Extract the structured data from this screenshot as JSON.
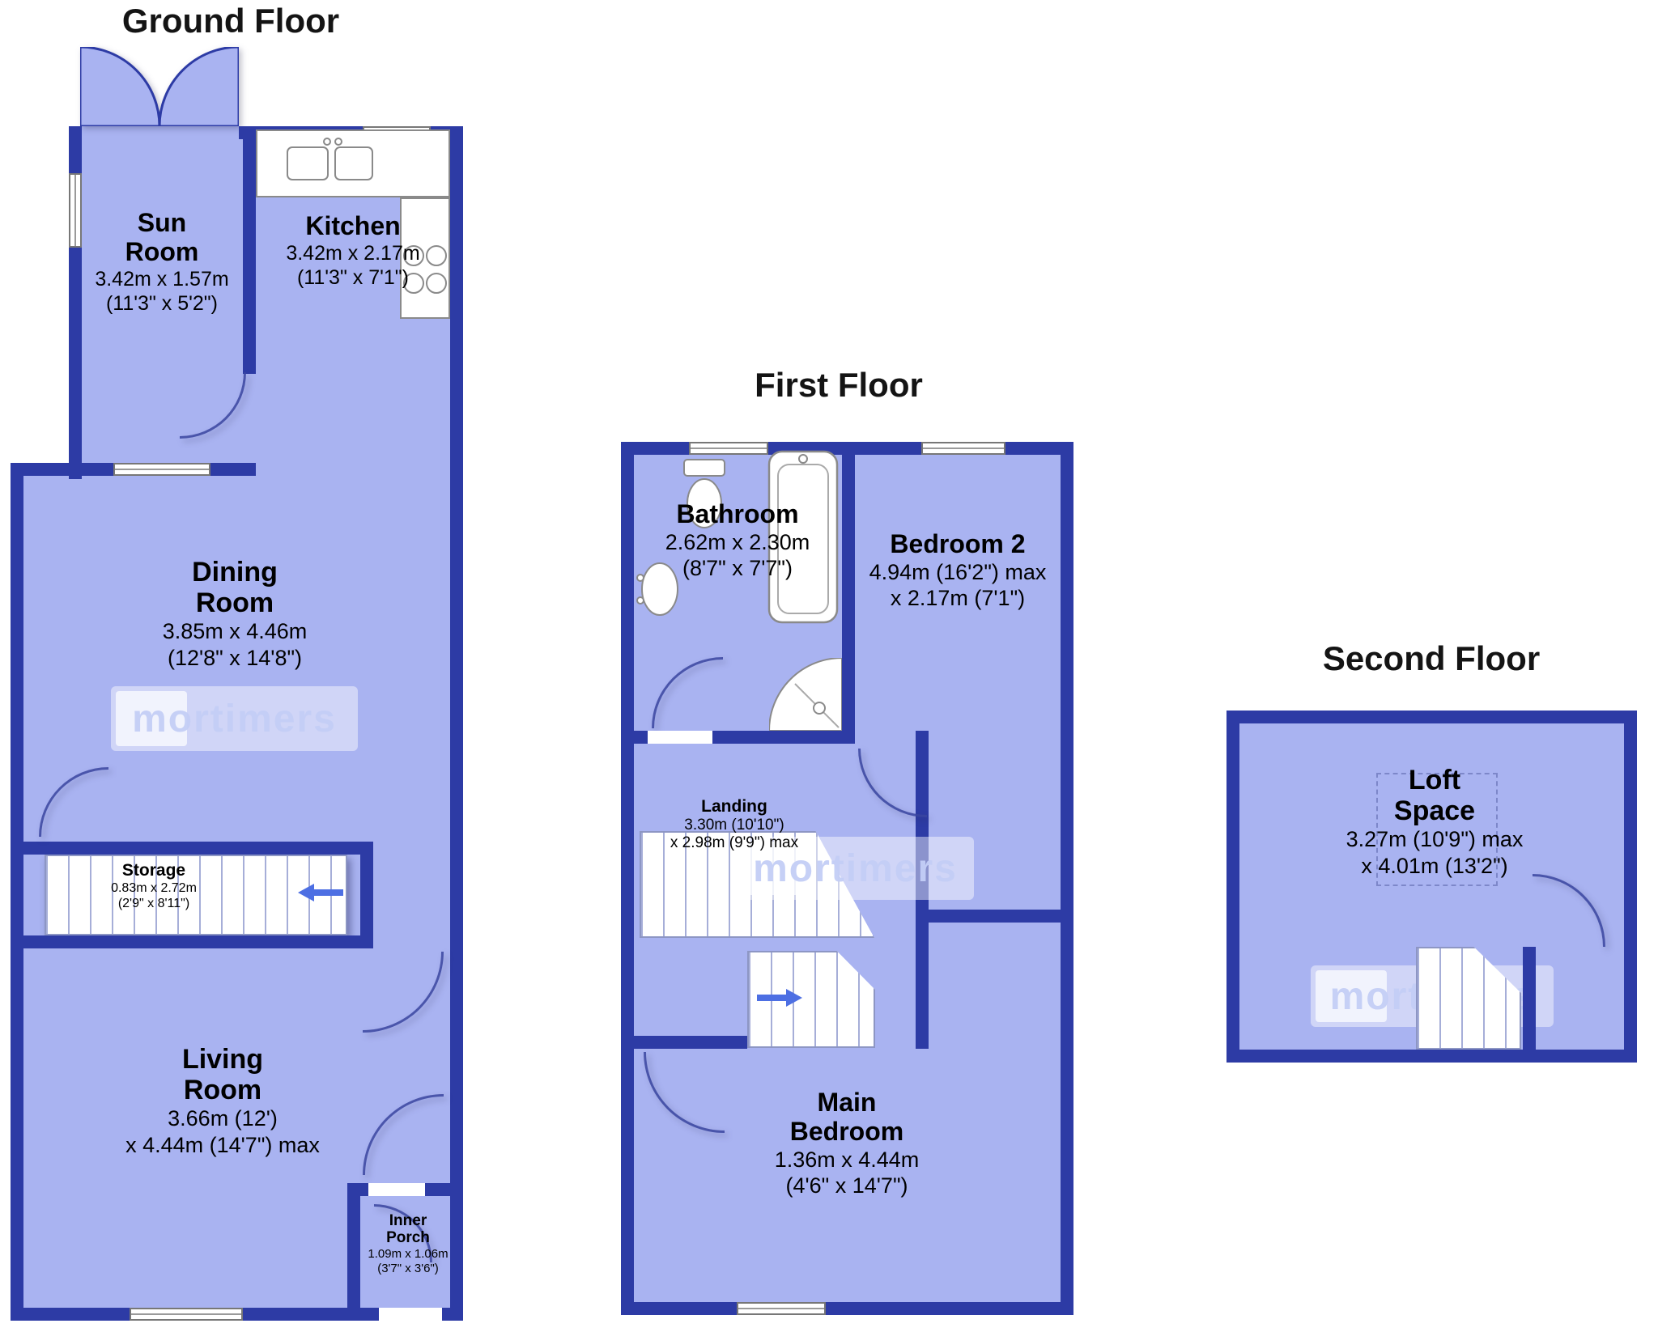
{
  "colors": {
    "wall": "#2d3ba5",
    "room_fill": "#a9b3f1",
    "arrow_accent": "#4d6fe3",
    "background": "#ffffff"
  },
  "watermark": "mortimers",
  "floors": {
    "ground": {
      "title": "Ground Floor",
      "rooms": {
        "sun_room": {
          "name": "Sun\nRoom",
          "dim1": "3.42m x 1.57m",
          "dim2": "(11'3\" x 5'2\")"
        },
        "kitchen": {
          "name": "Kitchen",
          "dim1": "3.42m x 2.17m",
          "dim2": "(11'3\" x 7'1\")"
        },
        "dining_room": {
          "name": "Dining\nRoom",
          "dim1": "3.85m x 4.46m",
          "dim2": "(12'8\" x 14'8\")"
        },
        "storage": {
          "name": "Storage",
          "dim1": "0.83m x 2.72m",
          "dim2": "(2'9\" x 8'11\")"
        },
        "living_room": {
          "name": "Living\nRoom",
          "dim1": "3.66m (12')",
          "dim2": "x 4.44m (14'7\") max"
        },
        "inner_porch": {
          "name": "Inner\nPorch",
          "dim1": "1.09m x 1.06m",
          "dim2": "(3'7\" x 3'6\")"
        }
      }
    },
    "first": {
      "title": "First Floor",
      "rooms": {
        "bathroom": {
          "name": "Bathroom",
          "dim1": "2.62m x 2.30m",
          "dim2": "(8'7\" x 7'7\")"
        },
        "bedroom2": {
          "name": "Bedroom 2",
          "dim1": "4.94m (16'2\") max",
          "dim2": "x 2.17m (7'1\")"
        },
        "landing": {
          "name": "Landing",
          "dim1": "3.30m (10'10\")",
          "dim2": "x 2.98m (9'9\") max"
        },
        "main_bedroom": {
          "name": "Main\nBedroom",
          "dim1": "1.36m x 4.44m",
          "dim2": "(4'6\" x 14'7\")"
        }
      }
    },
    "second": {
      "title": "Second Floor",
      "rooms": {
        "loft": {
          "name": "Loft\nSpace",
          "dim1": "3.27m (10'9\") max",
          "dim2": "x 4.01m (13'2\")"
        }
      }
    }
  }
}
